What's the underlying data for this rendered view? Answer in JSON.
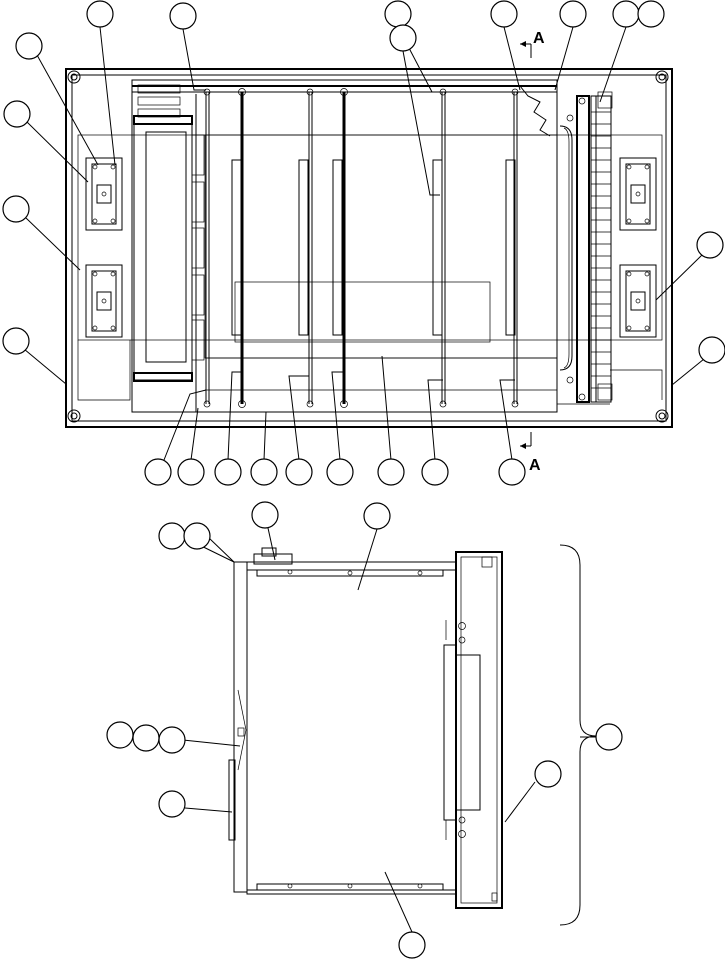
{
  "section_marks": [
    {
      "id": "top",
      "label": "A"
    },
    {
      "id": "bottom",
      "label": "A"
    }
  ]
}
